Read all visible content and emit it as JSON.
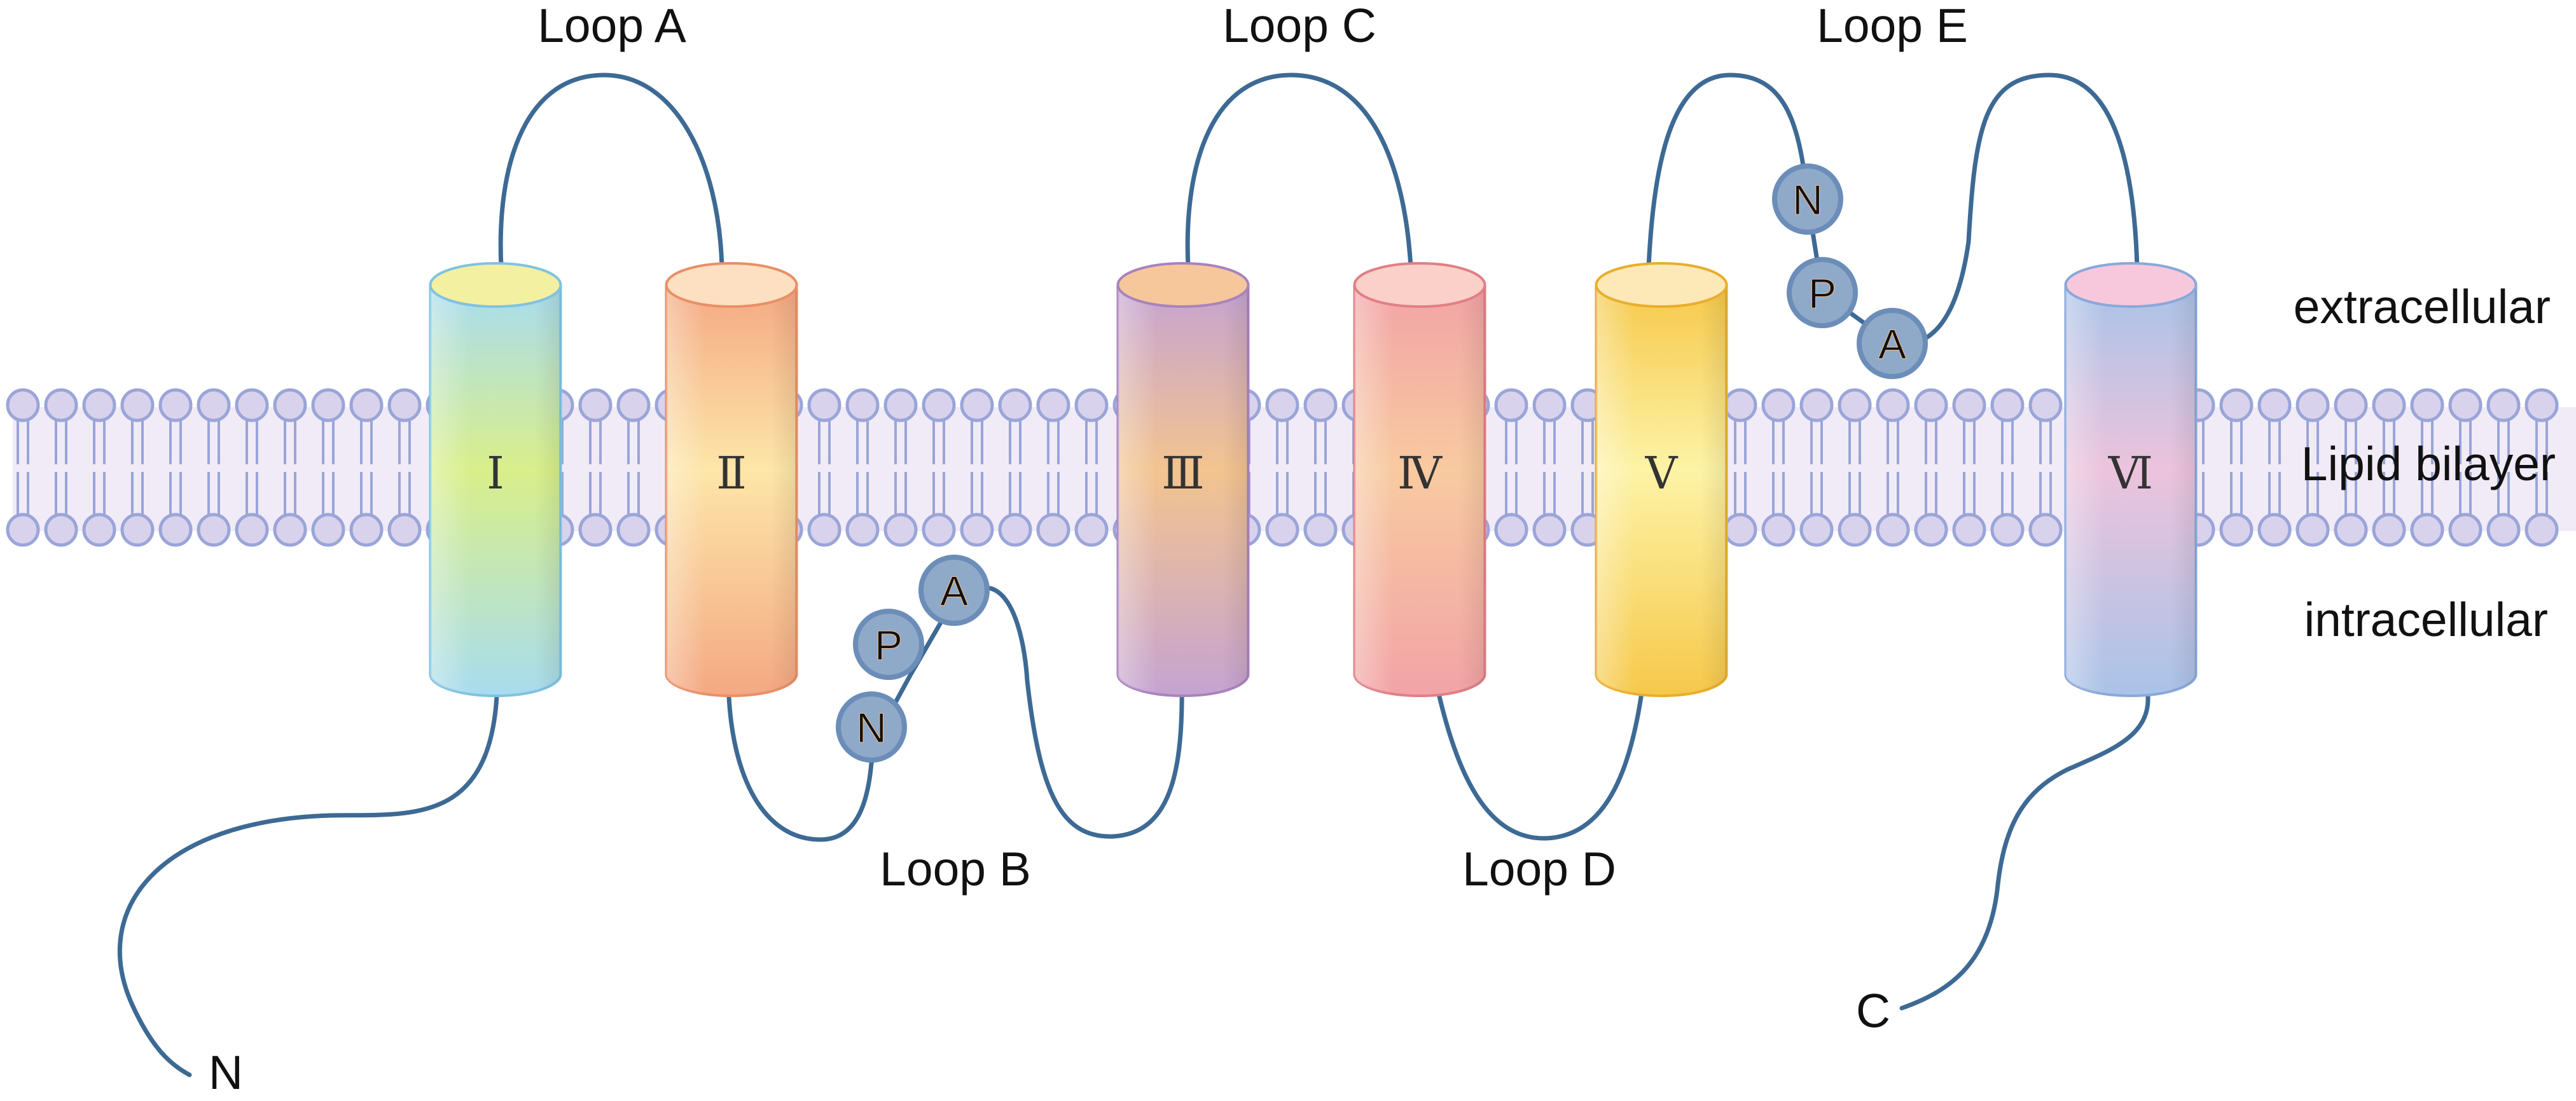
{
  "loops": {
    "a": "Loop A",
    "b": "Loop B",
    "c": "Loop C",
    "d": "Loop D",
    "e": "Loop E"
  },
  "regions": {
    "extracellular": "extracellular",
    "bilayer": "Lipid bilayer",
    "intracellular": "intracellular"
  },
  "termini": {
    "n": "N",
    "c": "C"
  },
  "helices": [
    {
      "numeral": "Ⅰ",
      "top": "#f3f0a2",
      "body": "#a8dcf0",
      "mid": "#d9ef8a",
      "edge": "#7fc3e0"
    },
    {
      "numeral": "Ⅱ",
      "top": "#fde0c2",
      "body": "#f4a882",
      "mid": "#fde6a8",
      "edge": "#e98f67"
    },
    {
      "numeral": "Ⅲ",
      "top": "#f6c79a",
      "body": "#c5a3d2",
      "mid": "#f3c48f",
      "edge": "#a883bd"
    },
    {
      "numeral": "Ⅳ",
      "top": "#fbd0c8",
      "body": "#f2a3a6",
      "mid": "#f8caa0",
      "edge": "#e07f86"
    },
    {
      "numeral": "Ⅴ",
      "top": "#fde9b8",
      "body": "#f6c84a",
      "mid": "#fdf3a6",
      "edge": "#e8ae2c"
    },
    {
      "numeral": "Ⅵ",
      "top": "#f7c8dc",
      "body": "#a9c3e8",
      "mid": "#ecc3dc",
      "edge": "#8aa8d8"
    }
  ],
  "npa_motifs": [
    {
      "residues": [
        "N",
        "P",
        "A"
      ]
    },
    {
      "residues": [
        "N",
        "P",
        "A"
      ]
    }
  ],
  "colors": {
    "strand": "#3d6a94",
    "head_fill": "#d8d2ec",
    "head_stroke": "#9aa5d8",
    "bilayer_band": "#f1ebf7",
    "aa_fill": "#8fa9c9",
    "aa_stroke": "#6b8db8",
    "aa_text_fill": "#f6c18d"
  }
}
